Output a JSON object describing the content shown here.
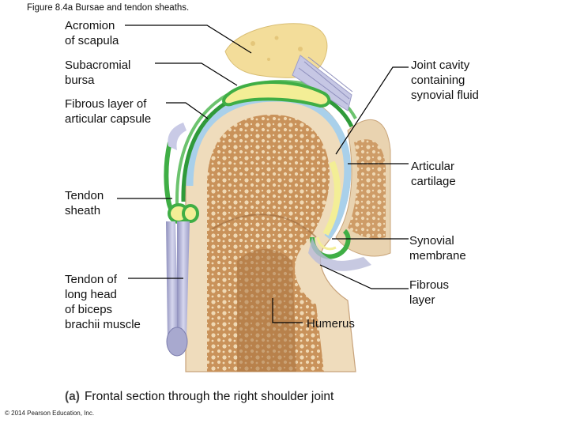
{
  "figure_title": "Figure 8.4a Bursae and tendon sheaths.",
  "labels": {
    "acromion": "Acromion\nof scapula",
    "subacromial_bursa": "Subacromial\nbursa",
    "fibrous_capsule": "Fibrous layer of\narticular capsule",
    "tendon_sheath": "Tendon\nsheath",
    "biceps_tendon": "Tendon of\nlong head\nof biceps\nbrachii muscle",
    "joint_cavity": "Joint cavity\ncontaining\nsynovial fluid",
    "articular_cartilage": "Articular\ncartilage",
    "synovial_membrane": "Synovial\nmembrane",
    "fibrous_layer": "Fibrous\nlayer",
    "humerus": "Humerus"
  },
  "caption": {
    "tag": "(a)",
    "text": "Frontal section through the right shoulder joint"
  },
  "copyright": "© 2014 Pearson Education, Inc.",
  "colors": {
    "bone": "#eed9b8",
    "spongy_bone": "#b9844f",
    "acromion": "#f3dd9a",
    "capsule_green": "#3fae45",
    "cartilage_blue": "#9ec9e6",
    "tendon": "#b5b6d8",
    "synovial_fluid": "#f3ee96",
    "leader": "#000000"
  }
}
